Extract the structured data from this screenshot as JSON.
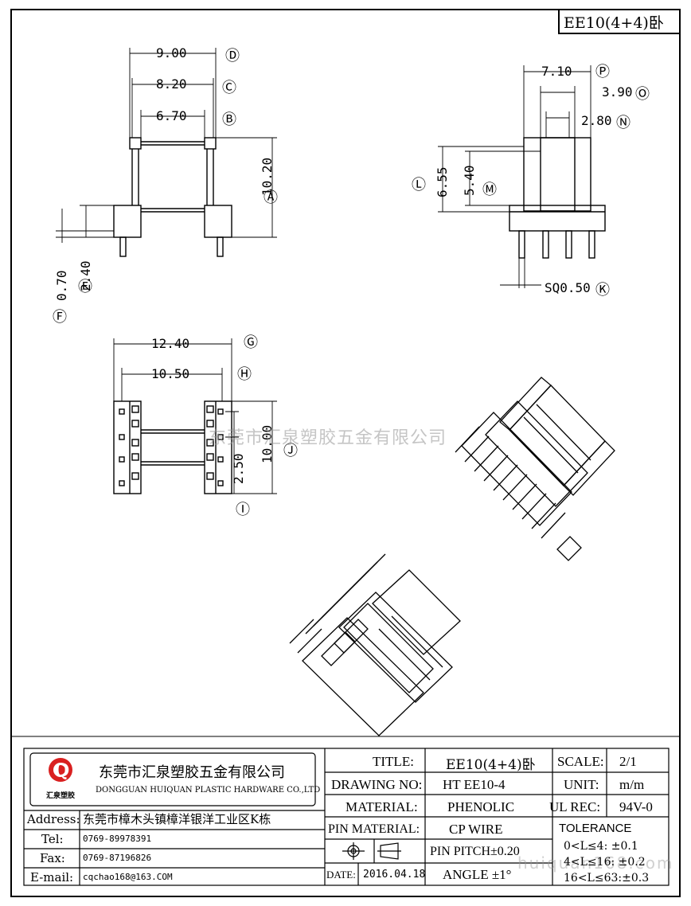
{
  "part_id": "EE10(4+4)卧",
  "dimensions": {
    "D": "9.00",
    "C": "8.20",
    "B": "6.70",
    "A": "10.20",
    "E": "2.40",
    "F": "0.70",
    "P": "7.10",
    "O": "3.90",
    "N": "2.80",
    "L": "6.55",
    "M": "5.40",
    "K": "SQ0.50",
    "G": "12.40",
    "H": "10.50",
    "I": "2.50",
    "J": "10.00"
  },
  "markers": {
    "A": "Ⓐ",
    "B": "Ⓑ",
    "C": "Ⓒ",
    "D": "Ⓓ",
    "E": "Ⓔ",
    "F": "Ⓕ",
    "G": "Ⓖ",
    "H": "Ⓗ",
    "I": "Ⓘ",
    "J": "Ⓙ",
    "K": "Ⓚ",
    "L": "Ⓛ",
    "M": "Ⓜ",
    "N": "Ⓝ",
    "O": "Ⓞ",
    "P": "Ⓟ"
  },
  "watermark": "东莞市汇泉塑胶五金有限公司",
  "watermark_url": "huiquan168.com",
  "company": {
    "name_cn": "东莞市汇泉塑胶五金有限公司",
    "name_en": "DONGGUAN HUIQUAN PLASTIC HARDWARE CO.,LTD",
    "logo_letter": "Q",
    "logo_text": "汇泉塑胶",
    "logo_color": "#d92020"
  },
  "contact": {
    "address_label": "Address:",
    "address": "东莞市樟木头镇樟洋银洋工业区K栋",
    "tel_label": "Tel:",
    "tel": "0769-89978391",
    "fax_label": "Fax:",
    "fax": "0769-87196826",
    "email_label": "E-mail:",
    "email": "cqchao168@163.COM"
  },
  "title_block": {
    "title_label": "TITLE:",
    "title": "EE10(4+4)卧",
    "drawing_no_label": "DRAWING NO:",
    "drawing_no": "HT EE10-4",
    "material_label": "MATERIAL:",
    "material": "PHENOLIC",
    "pin_material_label": "PIN MATERIAL:",
    "pin_material": "CP WIRE",
    "date_label": "DATE:",
    "date": "2016.04.18",
    "scale_label": "SCALE:",
    "scale": "2/1",
    "unit_label": "UNIT:",
    "unit": "m/m",
    "ul_rec_label": "UL REC:",
    "ul_rec": "94V-0",
    "tolerance_label": "TOLERANCE",
    "pin_pitch": "PIN PITCH±0.20",
    "angle": "ANGLE  ±1°",
    "tol1": "0<L≤4:  ±0.1",
    "tol2": "4<L≤16: ±0.2",
    "tol3": "16<L≤63:±0.3"
  }
}
